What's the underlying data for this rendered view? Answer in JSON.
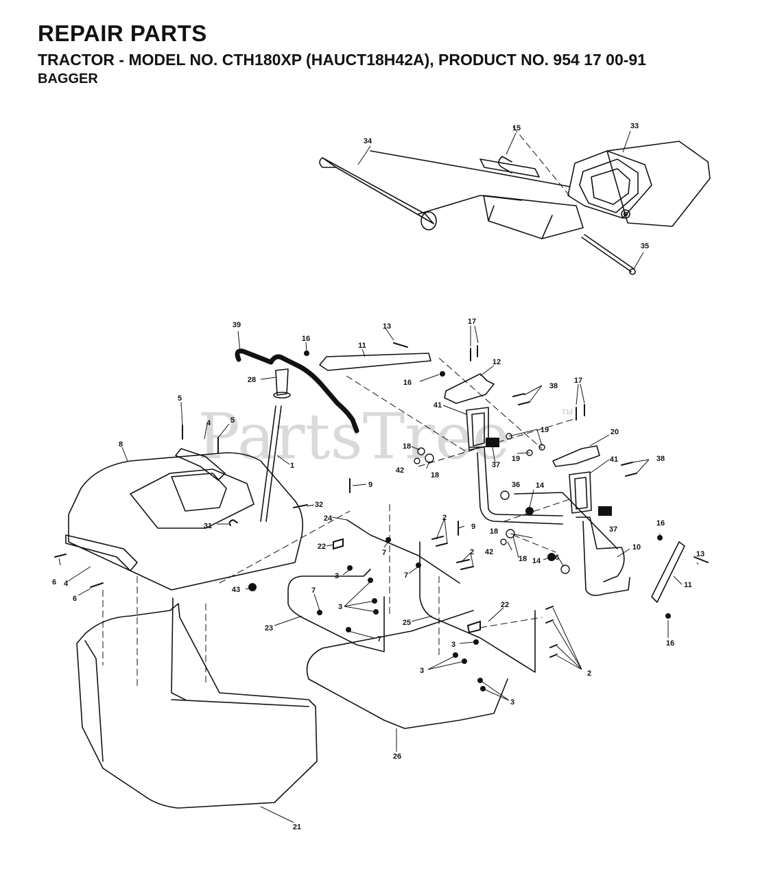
{
  "header": {
    "title": "REPAIR PARTS",
    "subtitle": "TRACTOR - MODEL NO. CTH180XP (HAUCT18H42A), PRODUCT NO. 954 17 00-91",
    "section": "BAGGER"
  },
  "watermark": {
    "text": "PartsTree",
    "trademark": "TM"
  },
  "callouts": {
    "c1": "1",
    "c2": "2",
    "c3": "3",
    "c4": "4",
    "c5": "5",
    "c6": "6",
    "c7": "7",
    "c8": "8",
    "c9": "9",
    "c10": "10",
    "c11": "11",
    "c12": "12",
    "c13": "13",
    "c14": "14",
    "c15": "15",
    "c16": "16",
    "c17": "17",
    "c18": "18",
    "c19": "19",
    "c20": "20",
    "c21": "21",
    "c22": "22",
    "c23": "23",
    "c24": "24",
    "c25": "25",
    "c26": "26",
    "c28": "28",
    "c31": "31",
    "c32": "32",
    "c33": "33",
    "c34": "34",
    "c35": "35",
    "c36": "36",
    "c37": "37",
    "c38": "38",
    "c39": "39",
    "c41": "41",
    "c42": "42",
    "c43": "43"
  },
  "colors": {
    "ink": "#111111",
    "background": "#ffffff",
    "watermark": "#d9d9d9"
  }
}
